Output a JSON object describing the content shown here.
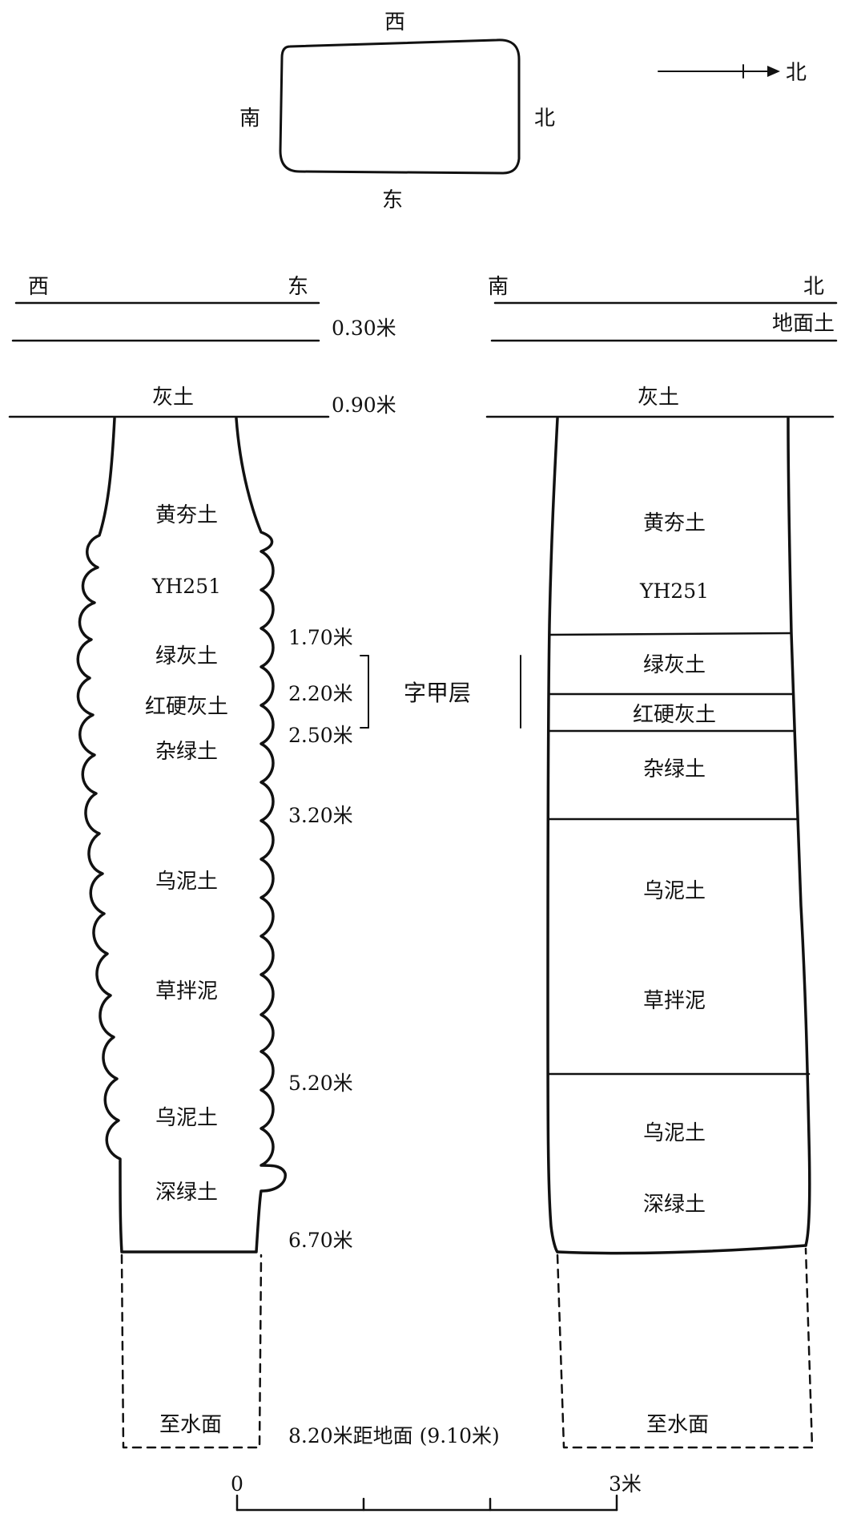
{
  "plan": {
    "west": "西",
    "east": "东",
    "south": "南",
    "north": "北",
    "north_arrow_label": "北"
  },
  "west_east_section": {
    "left_label": "西",
    "right_label": "东",
    "depths": {
      "d030": "0.30米",
      "d090": "0.90米",
      "d170": "1.70米",
      "d220": "2.20米",
      "d250": "2.50米",
      "d320": "3.20米",
      "d520": "5.20米",
      "d670": "6.70米",
      "d820": "8.20米距地面 (9.10米)"
    },
    "bracket_label": "字甲层",
    "layers": {
      "surface": "灰土",
      "l1": "黄夯土",
      "l2": "YH251",
      "l3": "绿灰土",
      "l4": "红硬灰土",
      "l5": "杂绿土",
      "l6": "乌泥土",
      "l7": "草拌泥",
      "l8": "乌泥土",
      "l9": "深绿土",
      "bottom": "至水面"
    }
  },
  "south_north_section": {
    "left_label": "南",
    "right_label": "北",
    "ground_label": "地面土",
    "layers": {
      "surface": "灰土",
      "l1": "黄夯土",
      "l2": "YH251",
      "l3": "绿灰土",
      "l4": "红硬灰土",
      "l5": "杂绿土",
      "l6": "乌泥土",
      "l7": "草拌泥",
      "l8": "乌泥土",
      "l9": "深绿土",
      "bottom": "至水面"
    }
  },
  "scale_bar": {
    "start": "0",
    "end": "3米"
  }
}
